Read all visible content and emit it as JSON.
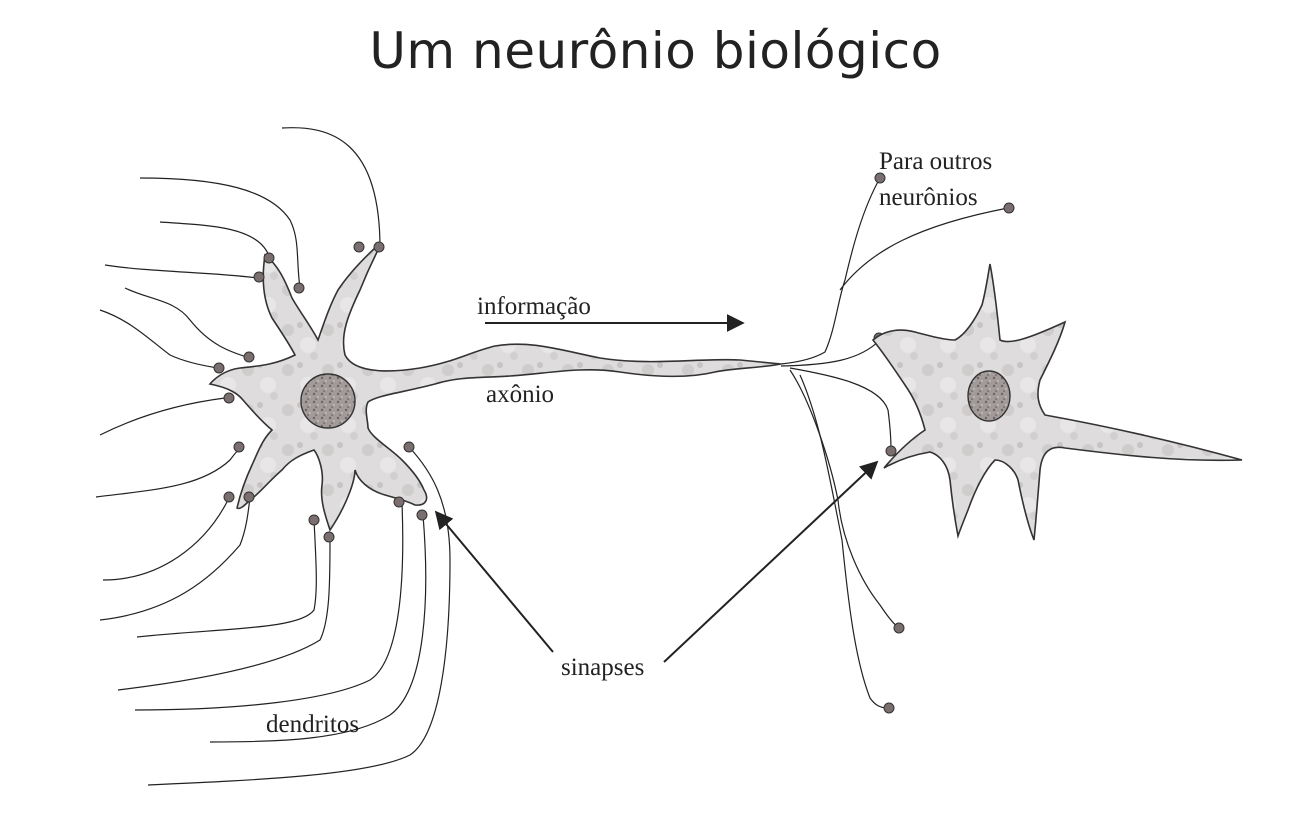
{
  "title": "Um neurônio biológico",
  "labels": {
    "information": "informação",
    "axon": "axônio",
    "other_neurons_line1": "Para outros",
    "other_neurons_line2": "neurônios",
    "synapses": "sinapses",
    "dendrites": "dendritos"
  },
  "colors": {
    "cell_fill": "#dcdada",
    "cell_stroke": "#333333",
    "nucleus_fill": "#9a9090",
    "synapse_dot": "#7a6e6e",
    "line": "#222222"
  }
}
